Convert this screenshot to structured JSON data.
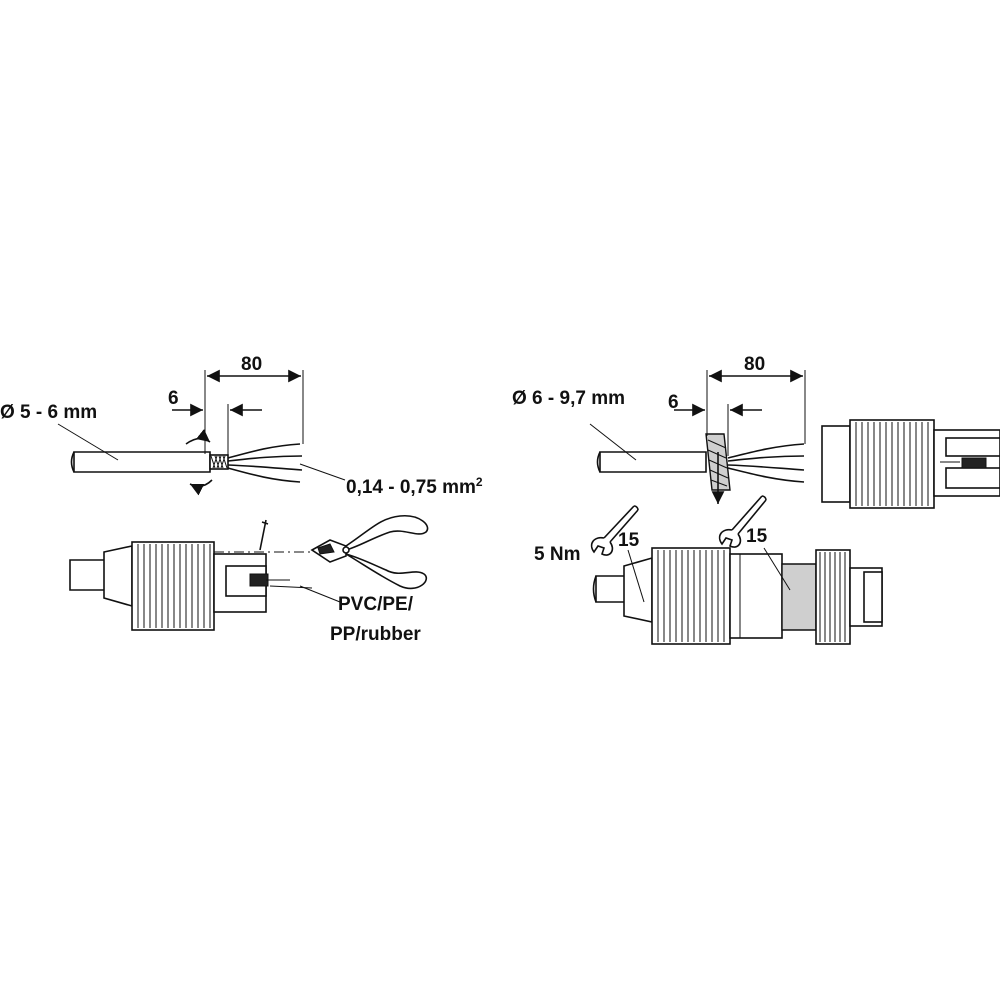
{
  "left": {
    "diameter_label": "Ø 5 - 6 mm",
    "dim_strip_label": "6",
    "dim_length_label": "80",
    "cross_section_label": "0,14 - 0,75 mm",
    "cross_section_superscript": "2",
    "material_line1": "PVC/PE/",
    "material_line2": "PP/rubber"
  },
  "right": {
    "diameter_label": "Ø 6 - 9,7 mm",
    "dim_strip_label": "6",
    "dim_length_label": "80",
    "torque_label": "5 Nm",
    "wrench_size_1": "15",
    "wrench_size_2": "15"
  },
  "colors": {
    "background": "#ffffff",
    "line": "#111111",
    "shade": "#cfcfcf"
  }
}
